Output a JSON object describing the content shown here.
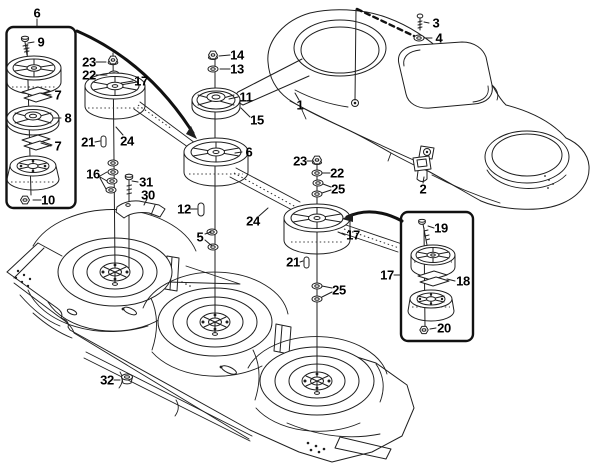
{
  "diagram": {
    "kind": "exploded-parts-diagram",
    "background_color": "#ffffff",
    "line_color": "#1f1f1f",
    "label_color": "#000000"
  },
  "callouts": {
    "box6": "6",
    "bolt9": "9",
    "key7_upper": "7",
    "pulley8": "8",
    "key7_lower": "7",
    "nut10": "10",
    "nut23_left": "23",
    "washer22_left": "22",
    "pulley17_left": "17",
    "pin21_left": "21",
    "belt24_upper": "24",
    "washers16": "16",
    "bolt31": "31",
    "bracket30": "30",
    "nut14": "14",
    "washer13": "13",
    "pulley11": "11",
    "belt15": "15",
    "pulley6": "6",
    "belt24_lower": "24",
    "pin12": "12",
    "washers5": "5",
    "screw3": "3",
    "washer4": "4",
    "cover1": "1",
    "clip2": "2",
    "nut23_right": "23",
    "washer22_right": "22",
    "washers25_upper": "25",
    "pulley17_mid": "17",
    "pin21_right": "21",
    "washers25_lower": "25",
    "box17": "17",
    "bolt19": "19",
    "key18": "18",
    "nut20": "20",
    "plug32": "32"
  }
}
